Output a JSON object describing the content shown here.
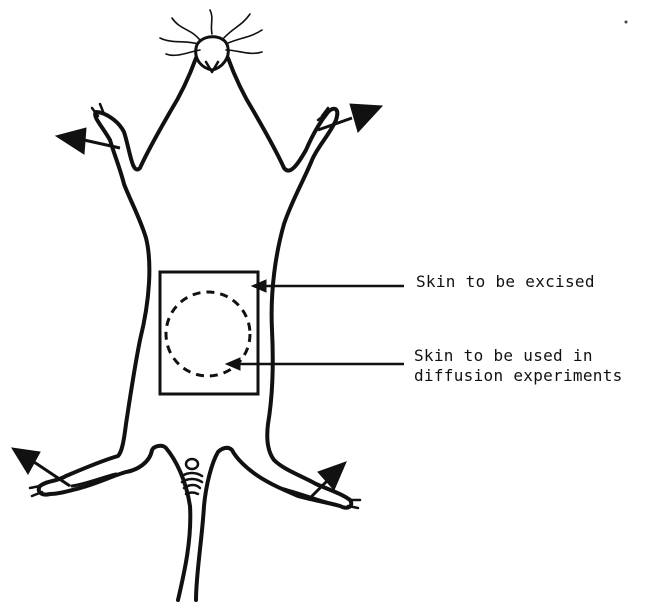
{
  "labels": {
    "excised": "Skin to be excised",
    "diffusion_line1": "Skin to be used in",
    "diffusion_line2": "diffusion experiments"
  },
  "colors": {
    "ink": "#111111",
    "background": "#ffffff"
  }
}
